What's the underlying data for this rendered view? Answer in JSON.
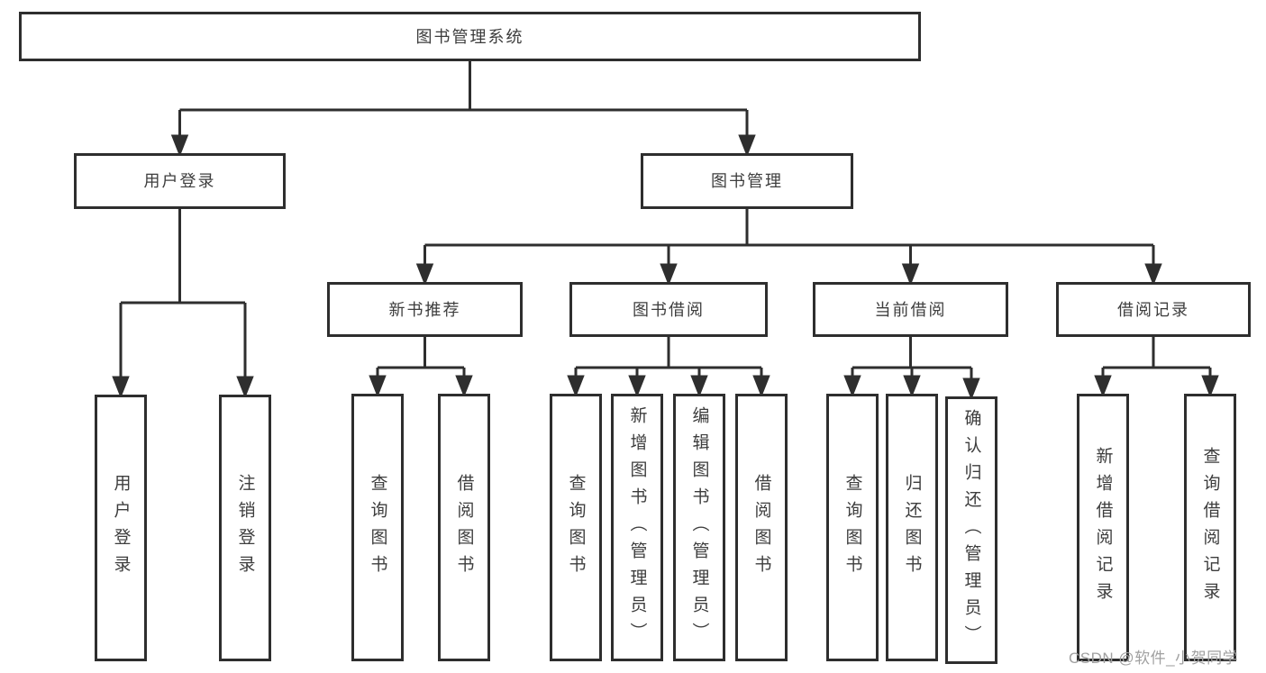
{
  "tree": {
    "root": "图书管理系统",
    "children": [
      {
        "label": "用户登录",
        "children": [
          "用户登录",
          "注销登录"
        ]
      },
      {
        "label": "图书管理",
        "children": [
          {
            "label": "新书推荐",
            "children": [
              "查询图书",
              "借阅图书"
            ]
          },
          {
            "label": "图书借阅",
            "children": [
              "查询图书",
              "新增图书（管理员）",
              "编辑图书（管理员）",
              "借阅图书"
            ]
          },
          {
            "label": "当前借阅",
            "children": [
              "查询图书",
              "归还图书",
              "确认归还（管理员）"
            ]
          },
          {
            "label": "借阅记录",
            "children": [
              "新增借阅记录",
              "查询借阅记录"
            ]
          }
        ]
      }
    ]
  },
  "watermark": {
    "text": "CSDN @软件_小贺同学"
  },
  "colors": {
    "line": "#2e2e2e",
    "text": "#3d3d3d",
    "watermark": "#a0a0a0",
    "background": "#ffffff"
  }
}
